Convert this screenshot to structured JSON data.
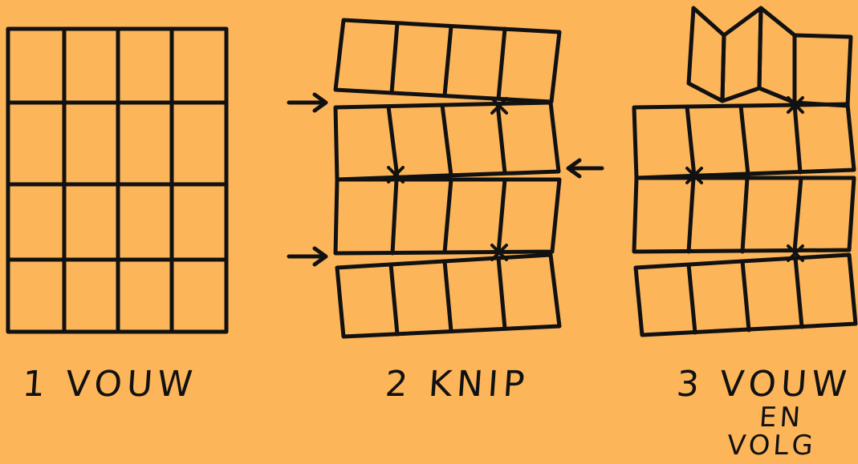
{
  "colors": {
    "background": "#FDB55A",
    "ink": "#111111"
  },
  "steps": [
    {
      "number": "1",
      "word": "VOUW",
      "text": "1 VOUW"
    },
    {
      "number": "2",
      "word": "KNIP",
      "text": "2 KNIP"
    },
    {
      "number": "3",
      "word": "VOUW",
      "text": "3 VOUW",
      "line2": "EN",
      "line3": "VOLG"
    }
  ],
  "icons": [
    "arrow-right-icon",
    "arrow-left-icon",
    "cut-cross-icon"
  ]
}
